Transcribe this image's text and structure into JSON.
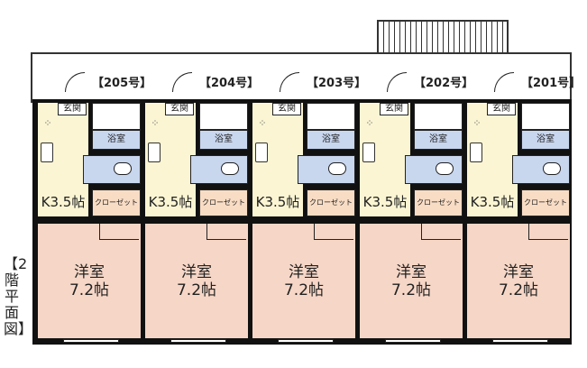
{
  "floor_label": "【2階平面図】",
  "units": [
    {
      "number": "【205号】",
      "entrance": "玄関",
      "bath": "浴室",
      "kitchen": "K3.5帖",
      "closet": "クローゼット",
      "room": "洋室",
      "room_size": "7.2帖"
    },
    {
      "number": "【204号】",
      "entrance": "玄関",
      "bath": "浴室",
      "kitchen": "K3.5帖",
      "closet": "クローゼット",
      "room": "洋室",
      "room_size": "7.2帖"
    },
    {
      "number": "【203号】",
      "entrance": "玄関",
      "bath": "浴室",
      "kitchen": "K3.5帖",
      "closet": "クローゼット",
      "room": "洋室",
      "room_size": "7.2帖"
    },
    {
      "number": "【202号】",
      "entrance": "玄関",
      "bath": "浴室",
      "kitchen": "K3.5帖",
      "closet": "クローゼット",
      "room": "洋室",
      "room_size": "7.2帖"
    },
    {
      "number": "【201号】",
      "entrance": "玄関",
      "bath": "浴室",
      "kitchen": "K3.5帖",
      "closet": "クローゼット",
      "room": "洋室",
      "room_size": "7.2帖"
    }
  ],
  "colors": {
    "kitchen": "#fbf5d3",
    "wet": "#c8d6ee",
    "room": "#f6d6c6",
    "closet": "#f8dcc4"
  }
}
